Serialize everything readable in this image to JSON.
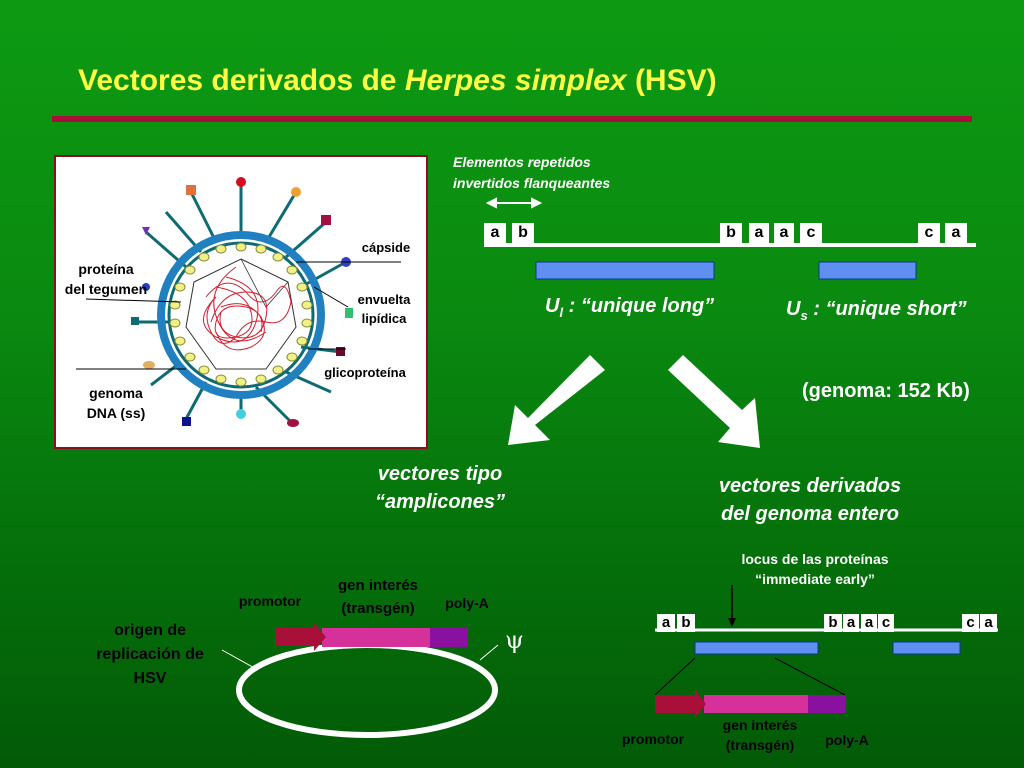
{
  "title": {
    "part1": "Vectores derivados de ",
    "italic": "Herpes simplex",
    "part2": " (HSV)"
  },
  "virion": {
    "capside": "cápside",
    "tegument_1": "proteína",
    "tegument_2": "del tegumen",
    "envelope_1": "envuelta",
    "envelope_2": "lipídica",
    "glycoprotein": "glicoproteína",
    "genome_1": "genoma",
    "genome_2": "DNA (ss)"
  },
  "repeats": {
    "line1": "Elementos repetidos",
    "line2": "invertidos flanqueantes"
  },
  "genome_map": {
    "segments": [
      "a",
      "b",
      "b",
      "a",
      "a",
      "c",
      "c",
      "a"
    ],
    "ul_main": "U",
    "ul_sub": "l",
    "ul_text": " : “unique long”",
    "us_main": "U",
    "us_sub": "s",
    "us_text": " : “unique short”",
    "size": "(genoma: 152 Kb)"
  },
  "amplicon": {
    "title_1": "vectores tipo",
    "title_2": "“amplicones”",
    "promoter": "promotor",
    "gene_1": "gen interés",
    "gene_2": "(transgén)",
    "polya": "poly-A",
    "origin_1": "origen de",
    "origin_2": "replicación de",
    "origin_3": "HSV",
    "psi": "ψ"
  },
  "whole": {
    "title_1": "vectores derivados",
    "title_2": "del genoma entero",
    "locus_1": "locus de las proteínas",
    "locus_2": "“immediate early”",
    "segments": [
      "a",
      "b",
      "b",
      "a",
      "a",
      "c",
      "c",
      "a"
    ],
    "promoter": "promotor",
    "gene_1": "gen interés",
    "gene_2": "(transgén)",
    "polya": "poly-A"
  },
  "colors": {
    "bg": "#0a8a10",
    "title": "#ffff44",
    "rule": "#a8103a",
    "blue": "#5f8ff0",
    "promoter": "#a8103a",
    "gene": "#d6309a",
    "polya": "#8a10a0"
  }
}
